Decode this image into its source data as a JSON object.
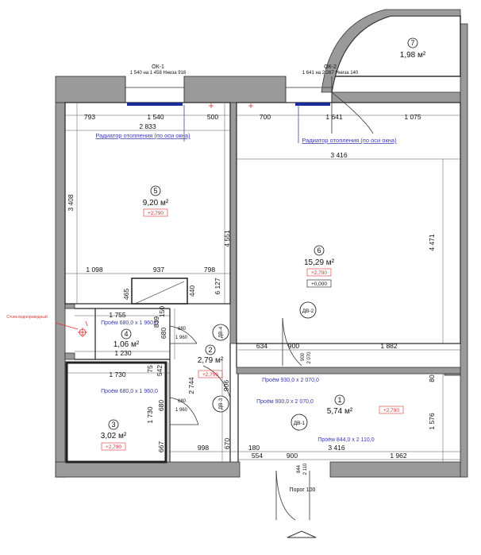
{
  "windows": {
    "ok1": {
      "title": "ОК-1",
      "spec": "1 540 на 1 458 Hниза 918"
    },
    "ok2": {
      "title": "ОК-2",
      "spec": "1 641 на 2 267 Hниза 140"
    }
  },
  "rooms": [
    {
      "num": "1",
      "area": "5,74 м²",
      "level": "+2,790"
    },
    {
      "num": "2",
      "area": "2,79 м²",
      "level": "+2,790"
    },
    {
      "num": "3",
      "area": "3,02 м²",
      "level": "+2,790"
    },
    {
      "num": "4",
      "area": "1,06 м²",
      "level": ""
    },
    {
      "num": "5",
      "area": "9,20 м²",
      "level": "+2,790"
    },
    {
      "num": "6",
      "area": "15,29 м²",
      "level": "+2,790",
      "level2": "+0,000"
    },
    {
      "num": "7",
      "area": "1,98 м²",
      "level": ""
    }
  ],
  "radiator_label": "Радиатор отопления (по оси окна)",
  "riser_label": "Стояк водопроводный",
  "openings": {
    "room4": "Проём 680,0 x 1 960,0",
    "room3": "Проём 680,0 x 1 960,0",
    "room2": "Проём 900,0 x 2 070,0",
    "room6": "Проём 930,0 x 2 070,0",
    "entry": "Проём 844,0 x 2 110,0"
  },
  "doors": {
    "dv1": "ДВ-1",
    "dv2": "ДВ-2",
    "dv3": "ДВ-3",
    "dv4": "ДВ-4",
    "threshold": "Порог 100"
  },
  "dims": {
    "d793": "793",
    "d1540": "1 540",
    "d500": "500",
    "d2833": "2 833",
    "d700": "700",
    "d1641": "1 641",
    "d1075": "1 075",
    "d3416top": "3 416",
    "d3408": "3 408",
    "d4551": "4 551",
    "d4471": "4 471",
    "d1098": "1 098",
    "d937": "937",
    "d798": "798",
    "d465": "465",
    "d440": "440",
    "d6127": "6 127",
    "d1755": "1 755",
    "d150": "150",
    "d839": "839",
    "d680a": "680",
    "d680w4": "680",
    "d1960w4": "1 960",
    "d1230": "1 230",
    "d634": "634",
    "d900a": "900",
    "d1882": "1 882",
    "d900v": "900",
    "d2070v": "2 070",
    "d1730a": "1 730",
    "d75": "75",
    "d542": "542",
    "d2744": "2 744",
    "d906": "906",
    "d80": "80",
    "d680b": "680",
    "d680w3": "680",
    "d1960w3": "1 960",
    "d1730v": "1 730",
    "d1576": "1 576",
    "d667": "667",
    "d998": "998",
    "d670": "670",
    "d180": "180",
    "d554": "554",
    "d900b": "900",
    "d3416bot": "3 416",
    "d1962": "1 962",
    "d844": "844",
    "d2110": "2 110"
  }
}
